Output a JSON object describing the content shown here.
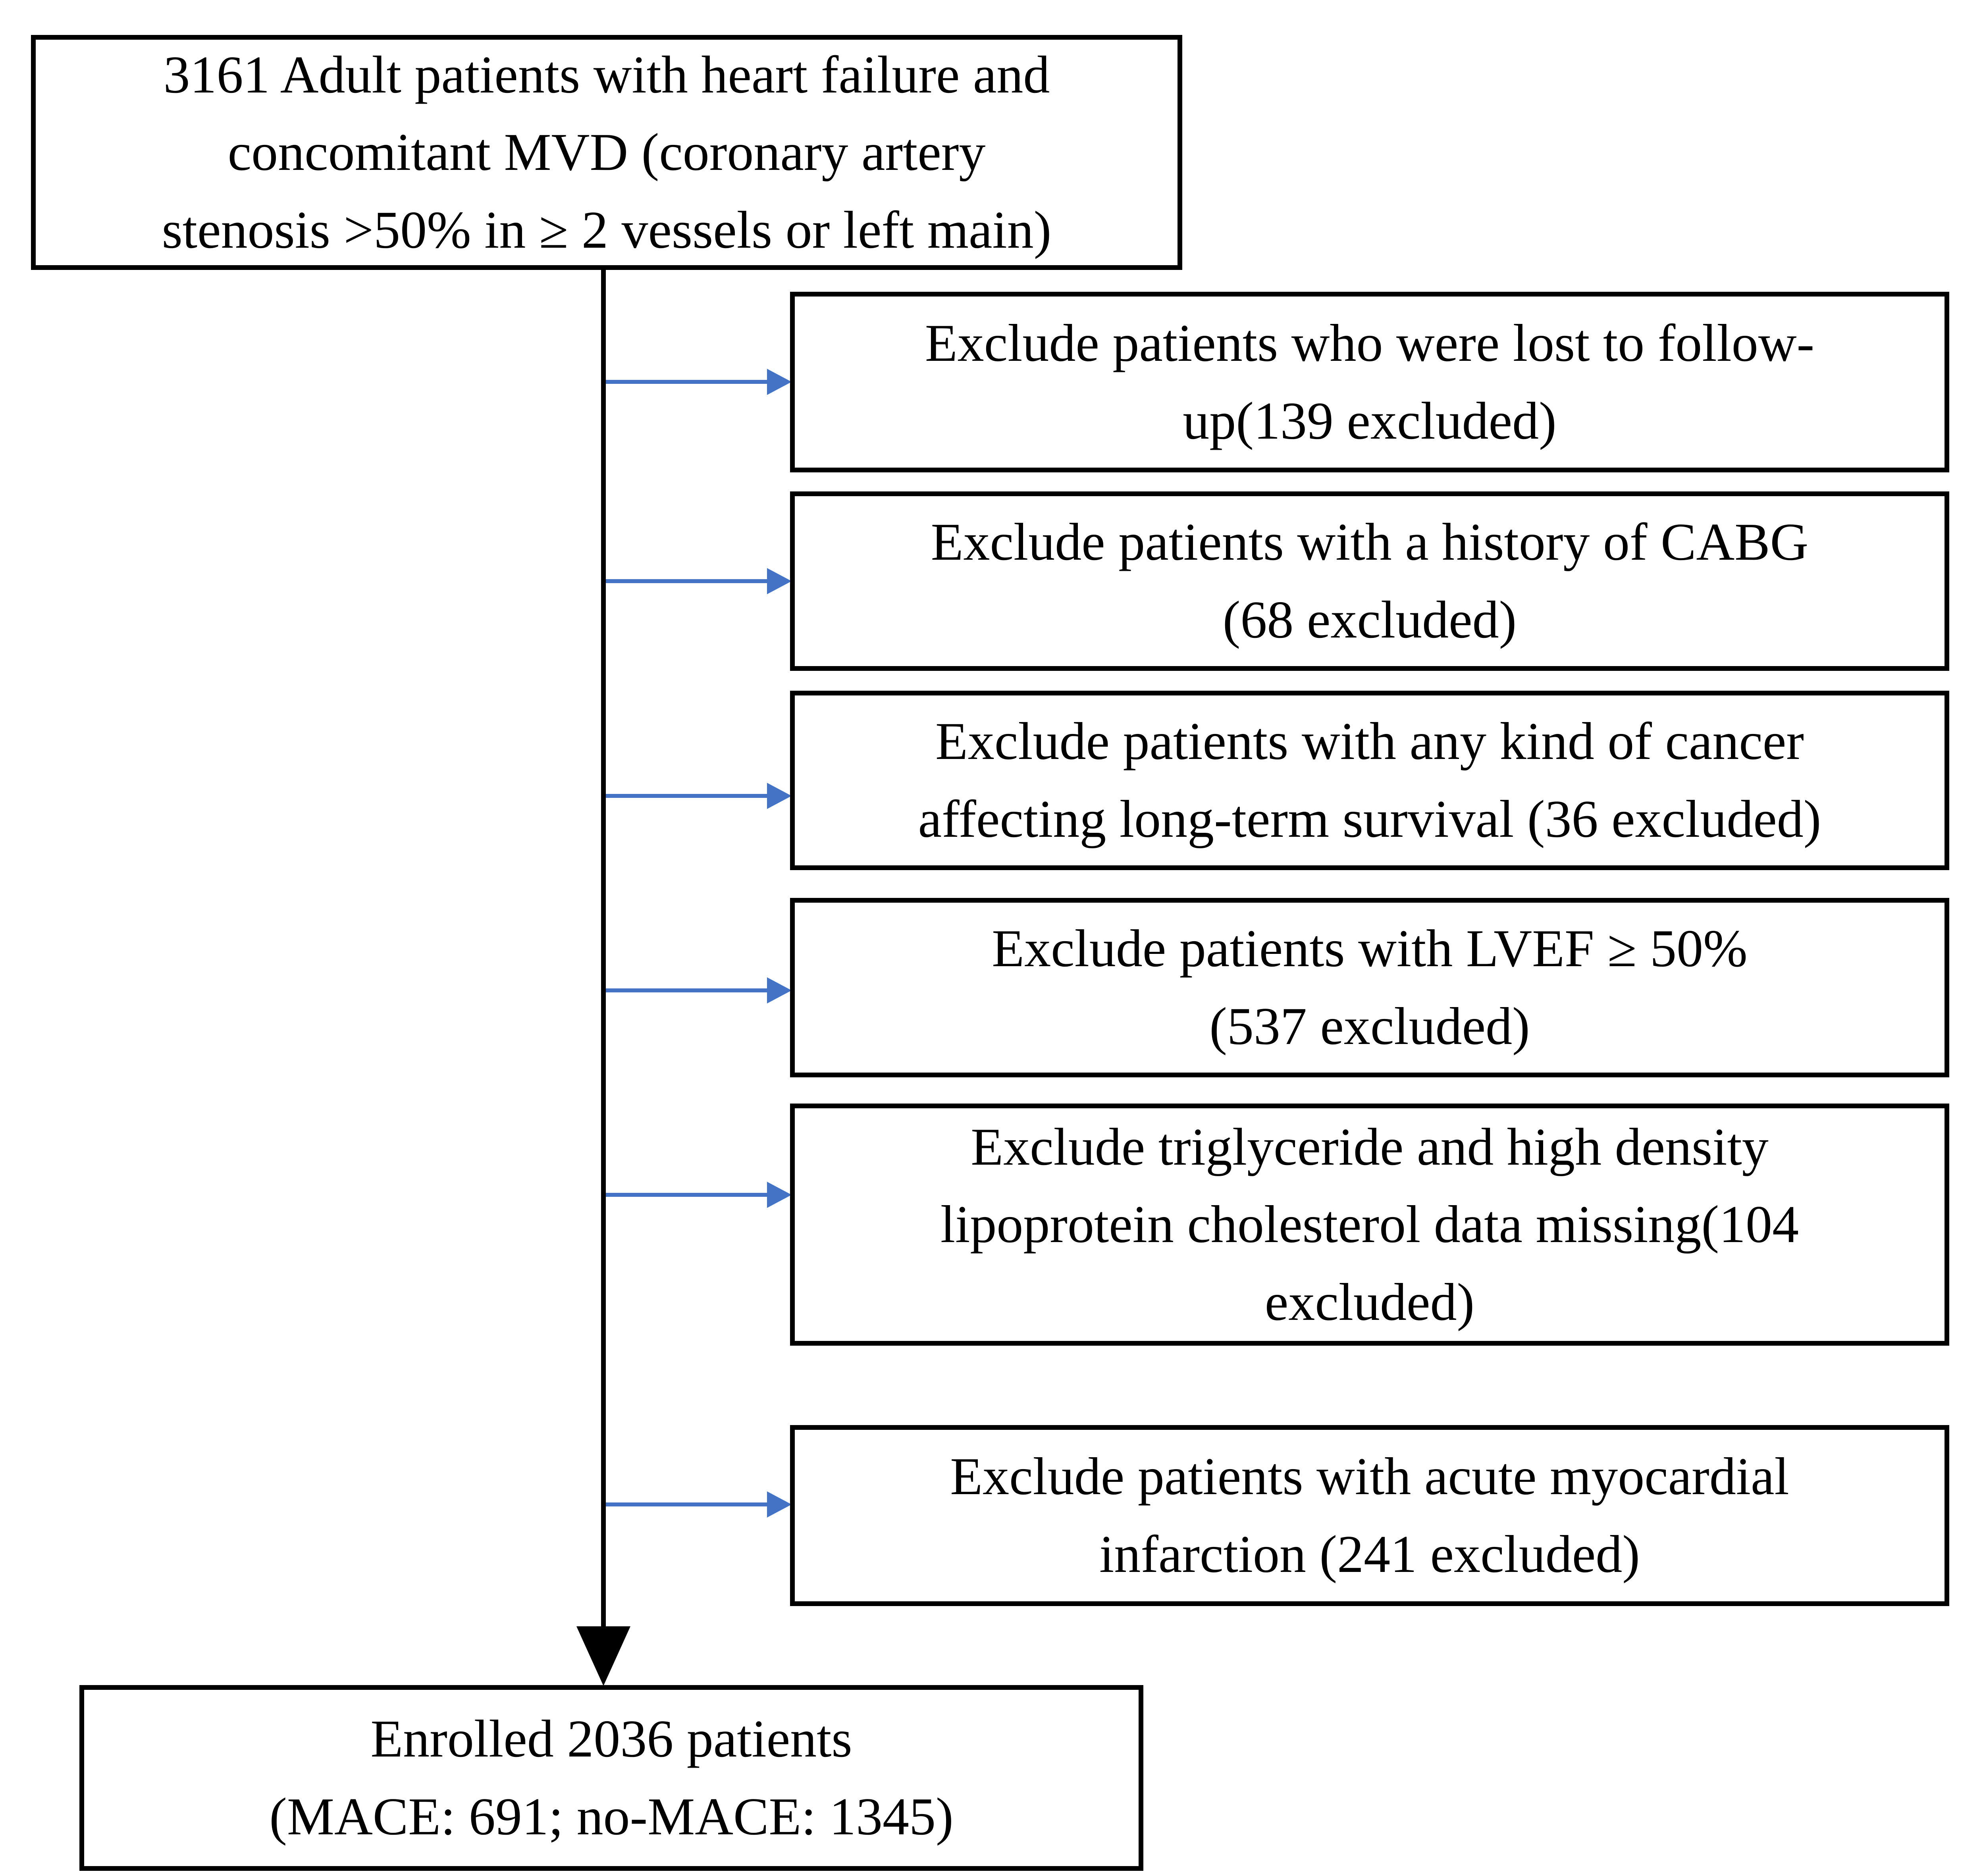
{
  "figure": {
    "type": "patient-enrollment-flowchart",
    "colors": {
      "background": "#ffffff",
      "box_border": "#000000",
      "text": "#000000",
      "main_line": "#000000",
      "branch_arrow": "#4472C4"
    },
    "top_box": {
      "text": "3161 Adult patients with heart failure and\nconcomitant MVD (coronary artery\nstenosis >50% in ≥ 2 vessels or left main)",
      "count": 3161
    },
    "exclusion_boxes": [
      {
        "text": "Exclude patients who were lost to follow-\nup(139 excluded)",
        "excluded": 139
      },
      {
        "text": "Exclude patients with a history of CABG\n(68 excluded)",
        "excluded": 68
      },
      {
        "text": "Exclude patients with any kind of cancer\naffecting long-term survival (36 excluded)",
        "excluded": 36
      },
      {
        "text": "Exclude patients with LVEF ≥ 50%\n(537 excluded)",
        "excluded": 537
      },
      {
        "text": "Exclude triglyceride and high density\nlipoprotein cholesterol data missing(104\nexcluded)",
        "excluded": 104
      },
      {
        "text": "Exclude patients with acute myocardial\ninfarction (241 excluded)",
        "excluded": 241
      }
    ],
    "bottom_box": {
      "text": "Enrolled 2036 patients\n(MACE: 691; no-MACE: 1345)",
      "enrolled": 2036,
      "mace": 691,
      "no_mace": 1345
    }
  }
}
